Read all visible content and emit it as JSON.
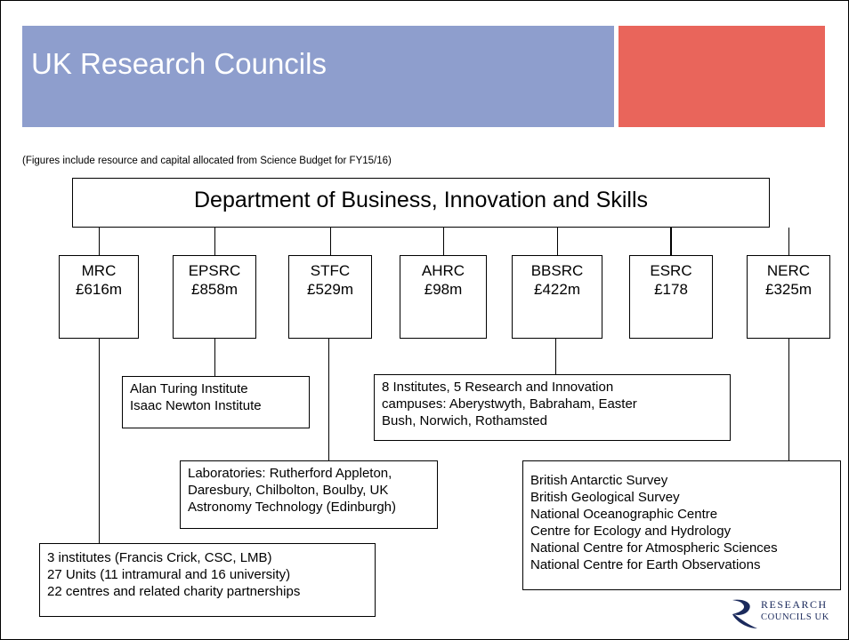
{
  "title": "UK Research Councils",
  "footnote": "(Figures include resource and capital allocated from Science Budget for FY15/16)",
  "department": "Department of Business, Innovation and Skills",
  "councils": [
    {
      "abbr": "MRC",
      "budget": "£616m"
    },
    {
      "abbr": "EPSRC",
      "budget": "£858m"
    },
    {
      "abbr": "STFC",
      "budget": "£529m"
    },
    {
      "abbr": "AHRC",
      "budget": "£98m"
    },
    {
      "abbr": "BBSRC",
      "budget": "£422m"
    },
    {
      "abbr": "ESRC",
      "budget": "£178"
    },
    {
      "abbr": "NERC",
      "budget": "£325m"
    }
  ],
  "details": {
    "epsrc": [
      "Alan Turing Institute",
      "Isaac Newton Institute"
    ],
    "bbsrc": [
      "8 Institutes, 5 Research and Innovation",
      "campuses: Aberystwyth, Babraham, Easter",
      "Bush, Norwich, Rothamsted"
    ],
    "stfc": [
      "Laboratories: Rutherford Appleton,",
      "Daresbury, Chilbolton, Boulby, UK",
      "Astronomy Technology (Edinburgh)"
    ],
    "nerc": [
      "British Antarctic Survey",
      "British Geological Survey",
      "National Oceanographic Centre",
      "Centre for Ecology and Hydrology",
      "National Centre for Atmospheric Sciences",
      "National Centre for Earth Observations"
    ],
    "mrc": [
      "3 institutes (Francis Crick, CSC, LMB)",
      "27  Units (11 intramural and 16 university)",
      "22 centres and related charity partnerships"
    ]
  },
  "logo": {
    "line1": "RESEARCH",
    "line2": "COUNCILS UK"
  },
  "colors": {
    "title_bar": "#8e9ecd",
    "accent_block": "#e9655b",
    "logo": "#1b2a5c"
  }
}
